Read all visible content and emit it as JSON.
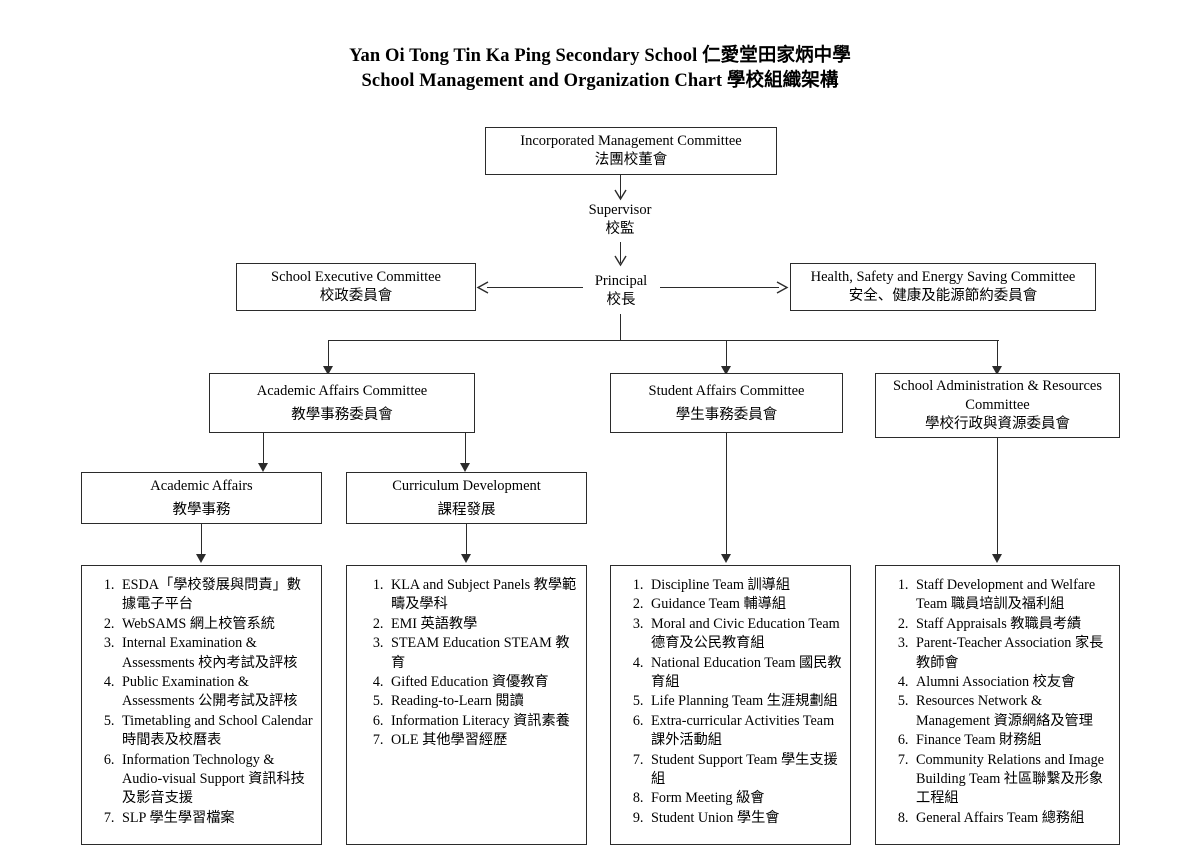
{
  "title": {
    "line1": "Yan Oi Tong Tin Ka Ping Secondary School  仁愛堂田家炳中學",
    "line2": "School Management and Organization Chart  學校組織架構"
  },
  "nodes": {
    "imc": {
      "en": "Incorporated Management Committee",
      "zh": "法團校董會"
    },
    "supervisor": {
      "en": "Supervisor",
      "zh": "校監"
    },
    "principal": {
      "en": "Principal",
      "zh": "校長"
    },
    "school_executive": {
      "en": "School Executive Committee",
      "zh": "校政委員會"
    },
    "health_safety": {
      "en": "Health, Safety and Energy Saving Committee",
      "zh": "安全、健康及能源節約委員會"
    },
    "academic_affairs_committee": {
      "en": "Academic Affairs Committee",
      "zh": "教學事務委員會"
    },
    "student_affairs_committee": {
      "en": "Student Affairs Committee",
      "zh": "學生事務委員會"
    },
    "school_admin_committee": {
      "en_line1": "School Administration & Resources",
      "en_line2": "Committee",
      "zh": "學校行政與資源委員會"
    },
    "academic_affairs": {
      "en": "Academic Affairs",
      "zh": "教學事務"
    },
    "curriculum_development": {
      "en": "Curriculum Development",
      "zh": "課程發展"
    }
  },
  "lists": {
    "academic_affairs_items": [
      "ESDA「學校發展與問責」數據電子平台",
      "WebSAMS 網上校管系統",
      "Internal Examination & Assessments 校內考試及評核",
      "Public Examination & Assessments 公開考試及評核",
      "Timetabling and School Calendar 時間表及校曆表",
      "Information Technology & Audio-visual Support 資訊科技及影音支援",
      "SLP 學生學習檔案"
    ],
    "curriculum_development_items": [
      "KLA and Subject Panels 教學範疇及學科",
      "EMI 英語教學",
      "STEAM Education STEAM 教育",
      "Gifted Education 資優教育",
      "Reading-to-Learn 閱讀",
      "Information Literacy 資訊素養",
      "OLE 其他學習經歷"
    ],
    "student_affairs_items": [
      "Discipline Team 訓導組",
      "Guidance Team 輔導組",
      "Moral and Civic Education Team 德育及公民教育組",
      "National Education Team 國民教育組",
      "Life Planning Team 生涯規劃組",
      "Extra-curricular Activities Team 課外活動組",
      "Student Support Team 學生支援組",
      "Form Meeting 級會",
      "Student Union 學生會"
    ],
    "school_admin_items": [
      "Staff Development and Welfare Team 職員培訓及福利組",
      "Staff Appraisals 教職員考績",
      "Parent-Teacher Association 家長教師會",
      "Alumni Association 校友會",
      "Resources Network & Management 資源網絡及管理",
      "Finance Team 財務組",
      "Community Relations and Image Building Team 社區聯繫及形象工程組",
      "General Affairs Team 總務組"
    ]
  },
  "colors": {
    "background": "#ffffff",
    "text": "#000000",
    "line": "#2b2b2b"
  }
}
